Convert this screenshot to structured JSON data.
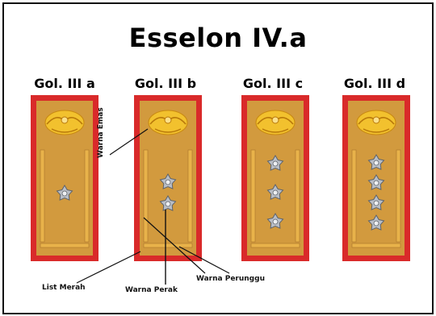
{
  "title": "Esselon IV.a",
  "insignia": [
    {
      "label": "Gol. III a",
      "stars": 1
    },
    {
      "label": "Gol. III b",
      "stars": 2
    },
    {
      "label": "Gol. III c",
      "stars": 3
    },
    {
      "label": "Gol. III d",
      "stars": 4
    }
  ],
  "annotations": {
    "warna_emas": "Warna Emas",
    "list_merah": "List Merah",
    "warna_perak": "Warna Perak",
    "warna_perunggu": "Warna Perunggu"
  },
  "colors": {
    "border_red": "#d92a2a",
    "board_gold": "#d29a3e",
    "stripe_bronze": "#e8b24a",
    "emblem_gold": "#f2c12e",
    "star_silver": "#b9bec6"
  }
}
